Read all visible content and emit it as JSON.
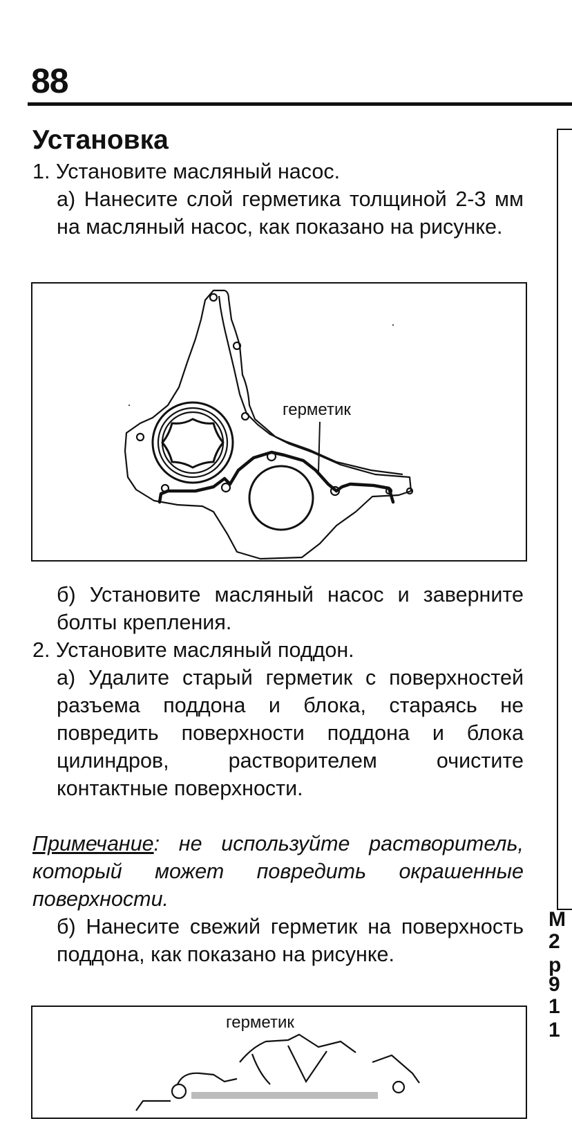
{
  "page": {
    "number": "88",
    "section_title": "Установка"
  },
  "steps": {
    "s1": "1. Установите масляный насос.",
    "s1a": "а) Нанесите слой герметика толщиной 2-3 мм на масляный насос, как показано на рисунке.",
    "s1b": "б) Установите масляный насос и заверните болты крепления.",
    "s2": "2. Установите масляный поддон.",
    "s2a": "а) Удалите старый герметик с поверхностей разъема поддона и блока, стараясь не повредить поверхности поддона и блока цилиндров, растворителем очистите контактные поверхности.",
    "note_label": "Примечание",
    "note_text": ": не используйте растворитель, который может повредить окрашенные поверхности.",
    "s2b": "б) Нанесите свежий герметик на поверхность поддона, как показано на рисунке."
  },
  "figures": {
    "fig1_label": "герметик",
    "fig2_label": "герметик"
  },
  "right_column_fragments": [
    "M",
    "2",
    "p",
    "9",
    "1",
    "1"
  ]
}
